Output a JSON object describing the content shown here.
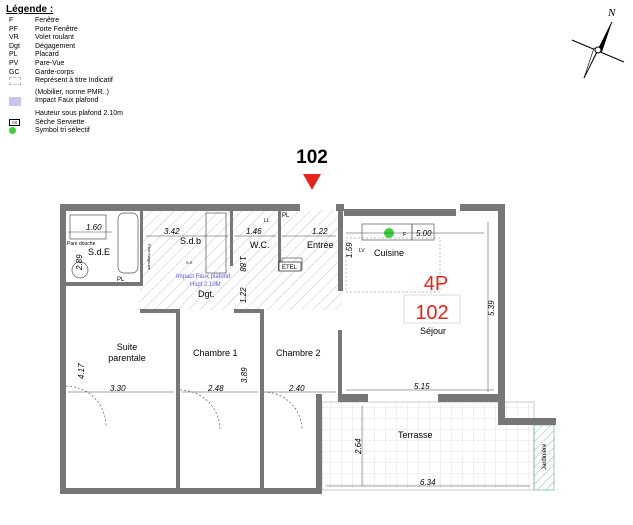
{
  "legend": {
    "title": "Légende :",
    "items": [
      {
        "code": "F",
        "label": "Fenêtre"
      },
      {
        "code": "PF",
        "label": "Porte Fenêtre"
      },
      {
        "code": "VR",
        "label": "Volet roulant"
      },
      {
        "code": "Dgt",
        "label": "Dégagement"
      },
      {
        "code": "PL",
        "label": "Placard"
      },
      {
        "code": "PV",
        "label": "Pare-Vue"
      },
      {
        "code": "GC",
        "label": "Garde-corps"
      }
    ],
    "indicative": [
      "Représent à titre Indicatif",
      "(Mobilier, norme PMR..)"
    ],
    "faux_plafond": [
      "Impact Faux plafond",
      "Hauteur sous plafond 2.10m"
    ],
    "seche_serviette": {
      "code": "SS",
      "label": "Sèche Serviette"
    },
    "tri": "Symbol tri sélectif"
  },
  "compass": {
    "label": "N"
  },
  "apartment": {
    "number": "102",
    "type": "4P",
    "box_number": "102",
    "marker_color": "#e8231a"
  },
  "rooms": {
    "sde": "S.d.E",
    "pare_douche": "Pare douche",
    "sdb": "S.d.b",
    "wc": "W.C.",
    "entree": "Entrée",
    "cuisine": "Cuisine",
    "sejour": "Séjour",
    "dgt": "Dgt.",
    "suite": [
      "Suite",
      "parentale"
    ],
    "chambre1": "Chambre 1",
    "chambre2": "Chambre 2",
    "terrasse": "Terrasse",
    "jardiniere": "Jardinière",
    "etel": "ETEL",
    "ll": "LL",
    "pl": "PL",
    "pare_baignoire": "Pare baignoire",
    "lv": "LV",
    "f": "F",
    "ss": "S.S",
    "faux_plafond_note": [
      "Impact Faux plafond",
      "Hspf 2.10M"
    ]
  },
  "dimensions": {
    "sde_w": "1.60",
    "sde_h": "2.89",
    "sdb_w": "3.42",
    "wc_w": "1.46",
    "wc_h": "1.88",
    "entree_w": "1.22",
    "dgt_h": "1.22",
    "cuisine_h": "1.59",
    "cuisine_w": "5.00",
    "sejour_h": "5.39",
    "sejour_w": "5.15",
    "suite_w": "3.30",
    "suite_h": "4.17",
    "ch1_w": "2.48",
    "ch1_h": "3.89",
    "ch2_w": "2.40",
    "terrasse_h": "2.64",
    "terrasse_w": "6.34"
  }
}
